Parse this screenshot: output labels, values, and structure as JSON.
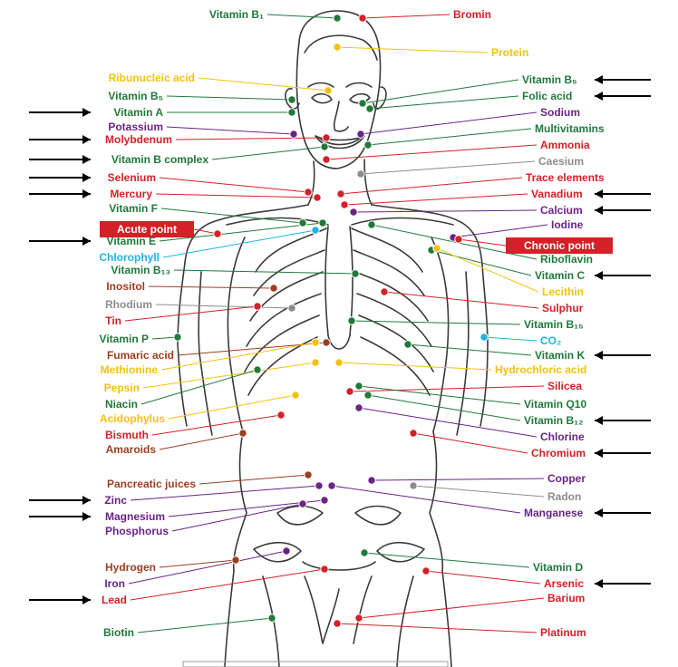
{
  "colors": {
    "green": "#1f7a3a",
    "red": "#d42027",
    "purple": "#6a2486",
    "yellow": "#f2c20f",
    "brown": "#9b3f1f",
    "gray": "#8c8c8c",
    "cyan": "#1fb3e0",
    "box_bg": "#d42027",
    "box_text": "#ffffff",
    "outline": "#3a3a3a",
    "arrow": "#000000"
  },
  "labels": [
    {
      "id": "vitamin-b1",
      "text": "Vitamin B₁",
      "color": "green",
      "side": "left"
    },
    {
      "id": "bromin",
      "text": "Bromin",
      "color": "red",
      "side": "right"
    },
    {
      "id": "protein",
      "text": "Protein",
      "color": "yellow",
      "side": "right"
    },
    {
      "id": "ribunucleic-acid",
      "text": "Ribunucleic acid",
      "color": "yellow",
      "side": "left"
    },
    {
      "id": "vitamin-b5-left",
      "text": "Vitamin B₅",
      "color": "green",
      "side": "left"
    },
    {
      "id": "vitamin-b5-right",
      "text": "Vitamin B₅",
      "color": "green",
      "side": "right"
    },
    {
      "id": "folic-acid",
      "text": "Folic acid",
      "color": "green",
      "side": "right"
    },
    {
      "id": "vitamin-a",
      "text": "Vitamin A",
      "color": "green",
      "side": "left"
    },
    {
      "id": "sodium",
      "text": "Sodium",
      "color": "purple",
      "side": "right"
    },
    {
      "id": "potassium",
      "text": "Potassium",
      "color": "purple",
      "side": "left"
    },
    {
      "id": "multivitamins",
      "text": "Multivitamins",
      "color": "green",
      "side": "right"
    },
    {
      "id": "molybdenum",
      "text": "Molybdenum",
      "color": "red",
      "side": "left"
    },
    {
      "id": "ammonia",
      "text": "Ammonia",
      "color": "red",
      "side": "right"
    },
    {
      "id": "vitamin-b-complex",
      "text": "Vitamin B complex",
      "color": "green",
      "side": "left"
    },
    {
      "id": "caesium",
      "text": "Caesium",
      "color": "gray",
      "side": "right"
    },
    {
      "id": "selenium",
      "text": "Selenium",
      "color": "red",
      "side": "left"
    },
    {
      "id": "trace-elements",
      "text": "Trace elements",
      "color": "red",
      "side": "right"
    },
    {
      "id": "mercury",
      "text": "Mercury",
      "color": "red",
      "side": "left"
    },
    {
      "id": "vanadium",
      "text": "Vanadium",
      "color": "red",
      "side": "right"
    },
    {
      "id": "vitamin-f",
      "text": "Vitamin F",
      "color": "green",
      "side": "left"
    },
    {
      "id": "calcium",
      "text": "Calcium",
      "color": "purple",
      "side": "right"
    },
    {
      "id": "iodine",
      "text": "Iodine",
      "color": "purple",
      "side": "right"
    },
    {
      "id": "vitamin-e",
      "text": "Vitamin E",
      "color": "green",
      "side": "left"
    },
    {
      "id": "chlorophyll",
      "text": "Chlorophyll",
      "color": "cyan",
      "side": "left"
    },
    {
      "id": "riboflavin",
      "text": "Riboflavin",
      "color": "green",
      "side": "right"
    },
    {
      "id": "vitamin-b13",
      "text": "Vitamin B₁₃",
      "color": "green",
      "side": "left"
    },
    {
      "id": "vitamin-c",
      "text": "Vitamin C",
      "color": "green",
      "side": "right"
    },
    {
      "id": "inositol",
      "text": "Inositol",
      "color": "brown",
      "side": "left"
    },
    {
      "id": "lecithin",
      "text": "Lecithin",
      "color": "yellow",
      "side": "right"
    },
    {
      "id": "rhodium",
      "text": "Rhodium",
      "color": "gray",
      "side": "left"
    },
    {
      "id": "sulphur",
      "text": "Sulphur",
      "color": "red",
      "side": "right"
    },
    {
      "id": "tin",
      "text": "Tin",
      "color": "red",
      "side": "left"
    },
    {
      "id": "vitamin-b15",
      "text": "Vitamin B₁₅",
      "color": "green",
      "side": "right"
    },
    {
      "id": "vitamin-p",
      "text": "Vitamin P",
      "color": "green",
      "side": "left"
    },
    {
      "id": "co2",
      "text": "CO₂",
      "color": "cyan",
      "side": "right"
    },
    {
      "id": "fumaric-acid",
      "text": "Fumaric acid",
      "color": "brown",
      "side": "left"
    },
    {
      "id": "vitamin-k",
      "text": "Vitamin K",
      "color": "green",
      "side": "right"
    },
    {
      "id": "methionine",
      "text": "Methionine",
      "color": "yellow",
      "side": "left"
    },
    {
      "id": "hydrochloric-acid",
      "text": "Hydrochloric acid",
      "color": "yellow",
      "side": "right"
    },
    {
      "id": "pepsin",
      "text": "Pepsin",
      "color": "yellow",
      "side": "left"
    },
    {
      "id": "silicea",
      "text": "Silicea",
      "color": "red",
      "side": "right"
    },
    {
      "id": "niacin",
      "text": "Niacin",
      "color": "green",
      "side": "left"
    },
    {
      "id": "vitamin-q10",
      "text": "Vitamin Q10",
      "color": "green",
      "side": "right"
    },
    {
      "id": "acidophylus",
      "text": "Acidophylus",
      "color": "yellow",
      "side": "left"
    },
    {
      "id": "vitamin-b12",
      "text": "Vitamin B₁₂",
      "color": "green",
      "side": "right"
    },
    {
      "id": "bismuth",
      "text": "Bismuth",
      "color": "red",
      "side": "left"
    },
    {
      "id": "chlorine",
      "text": "Chlorine",
      "color": "purple",
      "side": "right"
    },
    {
      "id": "amaroids",
      "text": "Amaroids",
      "color": "brown",
      "side": "left"
    },
    {
      "id": "chromium",
      "text": "Chromium",
      "color": "red",
      "side": "right"
    },
    {
      "id": "pancreatic-juices",
      "text": "Pancreatic juices",
      "color": "brown",
      "side": "left"
    },
    {
      "id": "copper",
      "text": "Copper",
      "color": "purple",
      "side": "right"
    },
    {
      "id": "zinc",
      "text": "Zinc",
      "color": "purple",
      "side": "left"
    },
    {
      "id": "radon",
      "text": "Radon",
      "color": "gray",
      "side": "right"
    },
    {
      "id": "magnesium",
      "text": "Magnesium",
      "color": "purple",
      "side": "left"
    },
    {
      "id": "manganese",
      "text": "Manganese",
      "color": "purple",
      "side": "right"
    },
    {
      "id": "phosphorus",
      "text": "Phosphorus",
      "color": "purple",
      "side": "left"
    },
    {
      "id": "hydrogen",
      "text": "Hydrogen",
      "color": "brown",
      "side": "left"
    },
    {
      "id": "vitamin-d",
      "text": "Vitamin D",
      "color": "green",
      "side": "right"
    },
    {
      "id": "iron",
      "text": "Iron",
      "color": "purple",
      "side": "left"
    },
    {
      "id": "arsenic",
      "text": "Arsenic",
      "color": "red",
      "side": "right"
    },
    {
      "id": "lead",
      "text": "Lead",
      "color": "red",
      "side": "left"
    },
    {
      "id": "barium",
      "text": "Barium",
      "color": "red",
      "side": "right"
    },
    {
      "id": "biotin",
      "text": "Biotin",
      "color": "green",
      "side": "left"
    },
    {
      "id": "platinum",
      "text": "Platinum",
      "color": "red",
      "side": "right"
    }
  ],
  "boxes": [
    {
      "id": "acute-point",
      "text": "Acute point",
      "side": "left"
    },
    {
      "id": "chronic-point",
      "text": "Chronic point",
      "side": "right"
    }
  ],
  "arrows": [
    {
      "id": "vitamin-a",
      "side": "left"
    },
    {
      "id": "molybdenum",
      "side": "left"
    },
    {
      "id": "vitamin-b-complex",
      "side": "left"
    },
    {
      "id": "selenium",
      "side": "left"
    },
    {
      "id": "mercury",
      "side": "left"
    },
    {
      "id": "vitamin-e",
      "side": "left"
    },
    {
      "id": "zinc",
      "side": "left"
    },
    {
      "id": "magnesium",
      "side": "left"
    },
    {
      "id": "lead",
      "side": "left"
    },
    {
      "id": "vitamin-b5-right",
      "side": "right"
    },
    {
      "id": "folic-acid",
      "side": "right"
    },
    {
      "id": "vanadium",
      "side": "right"
    },
    {
      "id": "calcium",
      "side": "right"
    },
    {
      "id": "vitamin-c",
      "side": "right"
    },
    {
      "id": "vitamin-k",
      "side": "right"
    },
    {
      "id": "vitamin-b12",
      "side": "right"
    },
    {
      "id": "chromium",
      "side": "right"
    },
    {
      "id": "manganese",
      "side": "right"
    },
    {
      "id": "arsenic",
      "side": "right"
    }
  ]
}
